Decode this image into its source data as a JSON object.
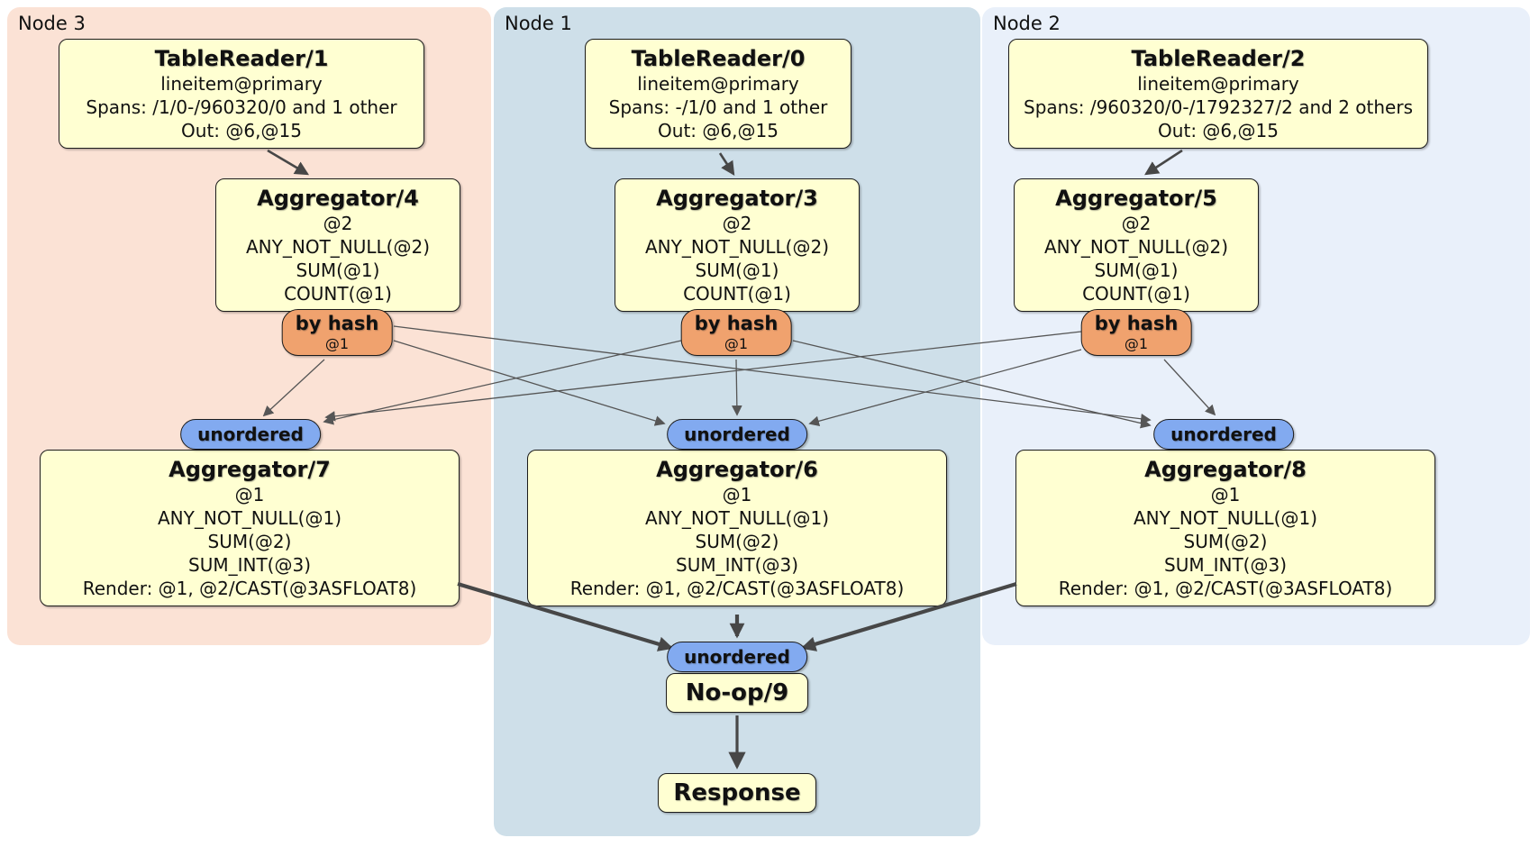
{
  "regions": {
    "node3": {
      "label": "Node 3",
      "fill": "#fbe2d5"
    },
    "node1": {
      "label": "Node 1",
      "fill": "#cedfe9"
    },
    "node2": {
      "label": "Node 2",
      "fill": "#e9f0fa"
    }
  },
  "labels": {
    "by_hash": "by hash",
    "by_hash_arg": "@1",
    "unordered": "unordered"
  },
  "processors": {
    "tr1": {
      "title": "TableReader/1",
      "lines": [
        "lineitem@primary",
        "Spans: /1/0-/960320/0 and 1 other",
        "Out: @6,@15"
      ]
    },
    "tr0": {
      "title": "TableReader/0",
      "lines": [
        "lineitem@primary",
        "Spans: -/1/0 and 1 other",
        "Out: @6,@15"
      ]
    },
    "tr2": {
      "title": "TableReader/2",
      "lines": [
        "lineitem@primary",
        "Spans: /960320/0-/1792327/2 and 2 others",
        "Out: @6,@15"
      ]
    },
    "agg4": {
      "title": "Aggregator/4",
      "lines": [
        "@2",
        "ANY_NOT_NULL(@2)",
        "SUM(@1)",
        "COUNT(@1)"
      ]
    },
    "agg3": {
      "title": "Aggregator/3",
      "lines": [
        "@2",
        "ANY_NOT_NULL(@2)",
        "SUM(@1)",
        "COUNT(@1)"
      ]
    },
    "agg5": {
      "title": "Aggregator/5",
      "lines": [
        "@2",
        "ANY_NOT_NULL(@2)",
        "SUM(@1)",
        "COUNT(@1)"
      ]
    },
    "agg7": {
      "title": "Aggregator/7",
      "lines": [
        "@1",
        "ANY_NOT_NULL(@1)",
        "SUM(@2)",
        "SUM_INT(@3)",
        "Render: @1, @2/CAST(@3ASFLOAT8)"
      ]
    },
    "agg6": {
      "title": "Aggregator/6",
      "lines": [
        "@1",
        "ANY_NOT_NULL(@1)",
        "SUM(@2)",
        "SUM_INT(@3)",
        "Render: @1, @2/CAST(@3ASFLOAT8)"
      ]
    },
    "agg8": {
      "title": "Aggregator/8",
      "lines": [
        "@1",
        "ANY_NOT_NULL(@1)",
        "SUM(@2)",
        "SUM_INT(@3)",
        "Render: @1, @2/CAST(@3ASFLOAT8)"
      ]
    },
    "noop": {
      "title": "No-op/9"
    },
    "response": {
      "title": "Response"
    }
  },
  "colors": {
    "processor_fill": "#ffffd2",
    "router_fill": "#f0a26e",
    "sync_fill": "#82aaf0",
    "edge": "#4f4f4f",
    "node3_fill": "#fbe2d5",
    "node1_fill": "#cedfe9",
    "node2_fill": "#e9f0fa"
  }
}
